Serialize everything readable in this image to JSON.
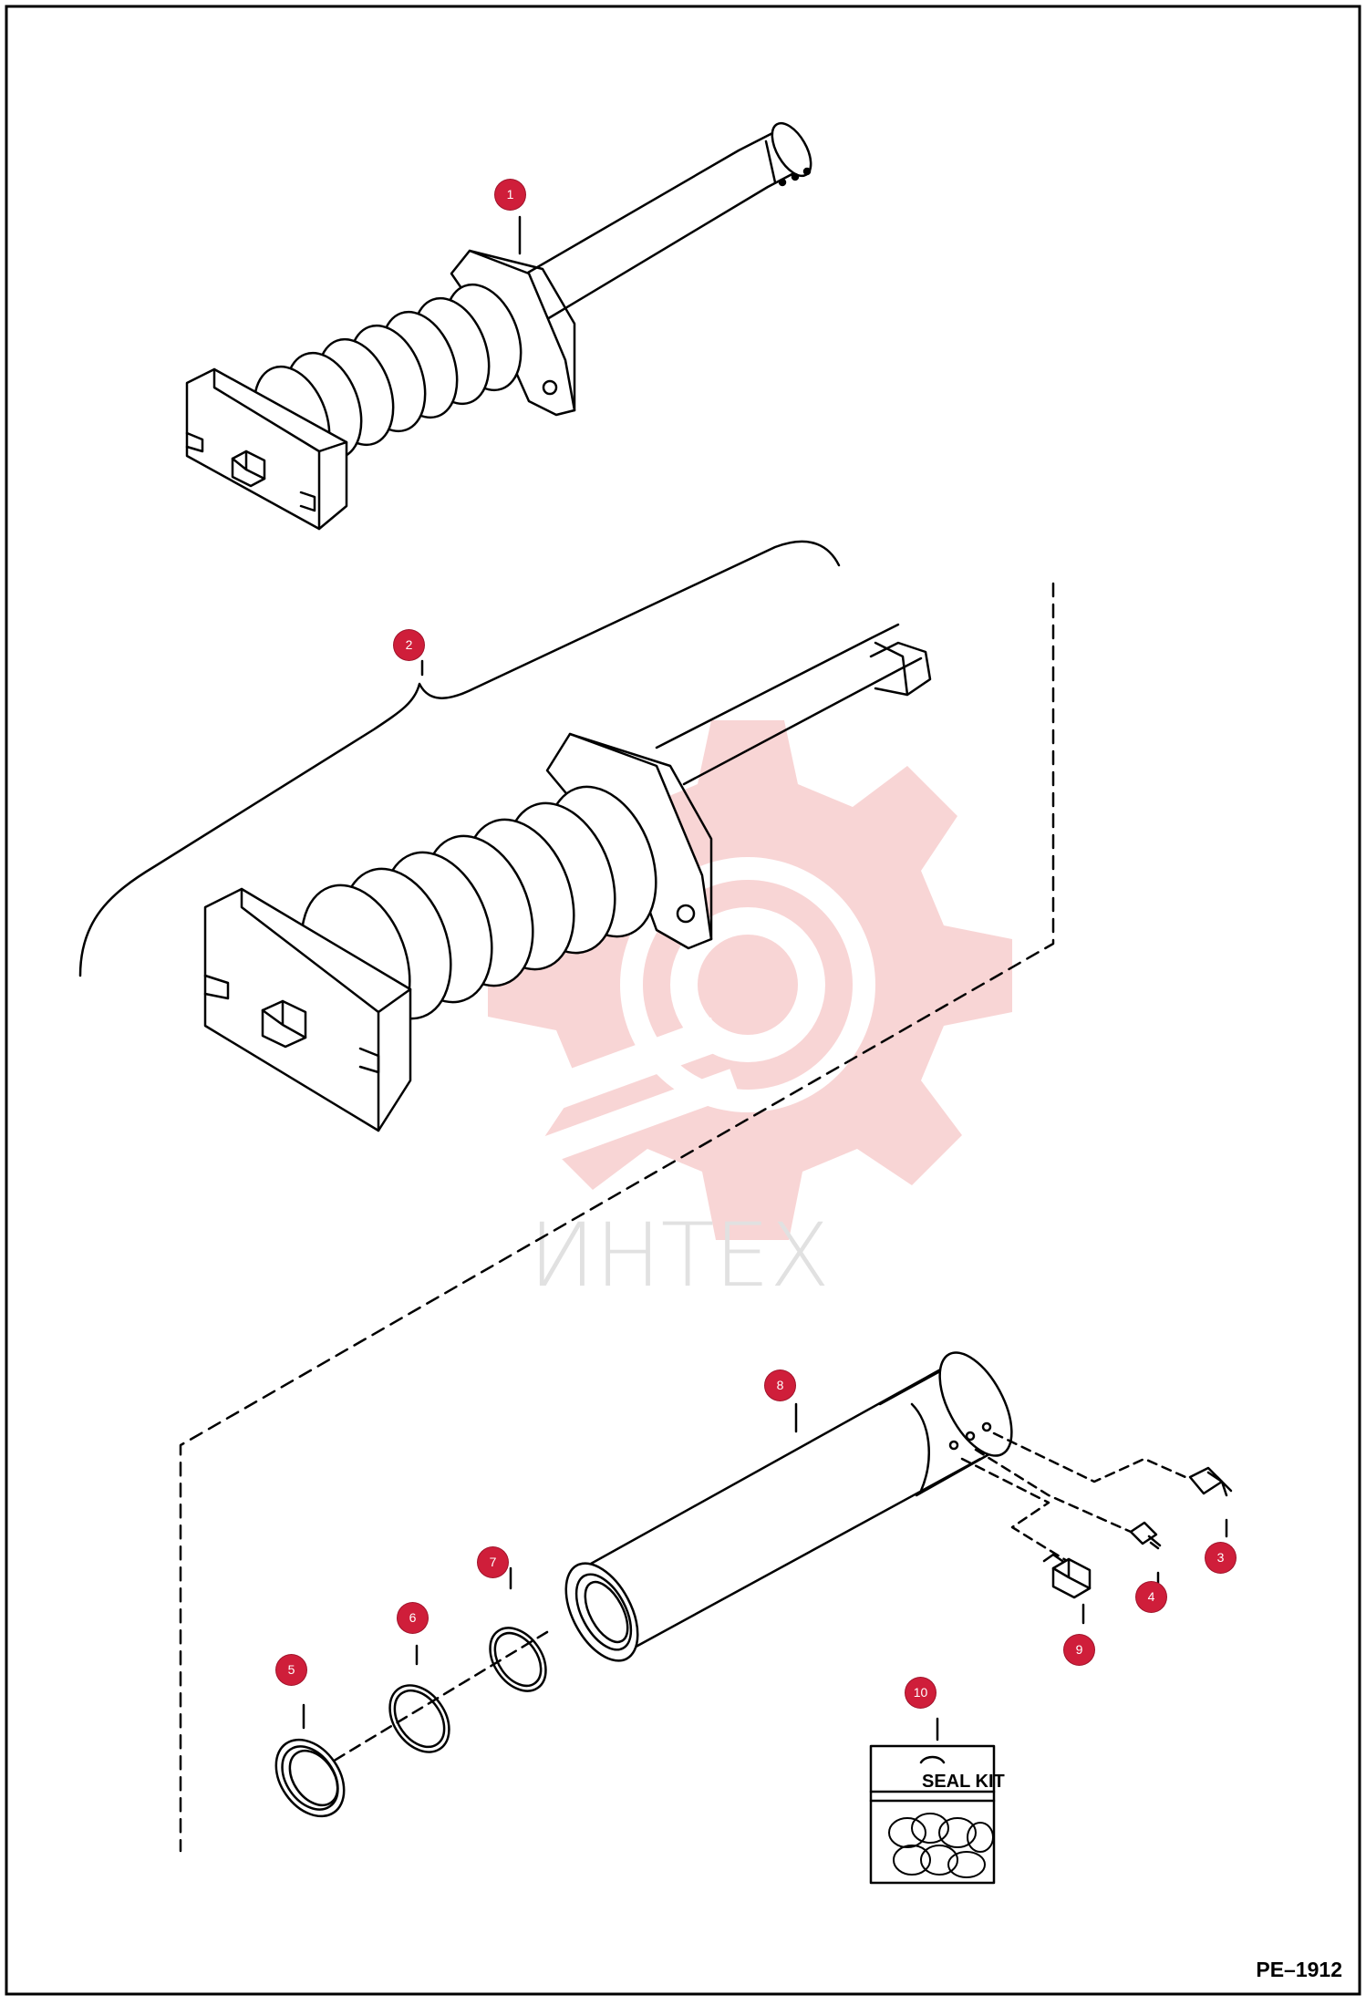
{
  "drawing_code": "PE–1912",
  "watermark_text": "ИНТЕХ",
  "seal_kit_label": "SEAL KIT",
  "callouts": [
    {
      "id": "c1",
      "label": "1"
    },
    {
      "id": "c2",
      "label": "2"
    },
    {
      "id": "c3",
      "label": "3"
    },
    {
      "id": "c4",
      "label": "4"
    },
    {
      "id": "c5",
      "label": "5"
    },
    {
      "id": "c6",
      "label": "6"
    },
    {
      "id": "c7",
      "label": "7"
    },
    {
      "id": "c8",
      "label": "8"
    },
    {
      "id": "c9",
      "label": "9"
    },
    {
      "id": "c10",
      "label": "10"
    }
  ],
  "colors": {
    "callout": "#cf1e3a",
    "watermark": "#f3b4b4",
    "line": "#000000"
  }
}
